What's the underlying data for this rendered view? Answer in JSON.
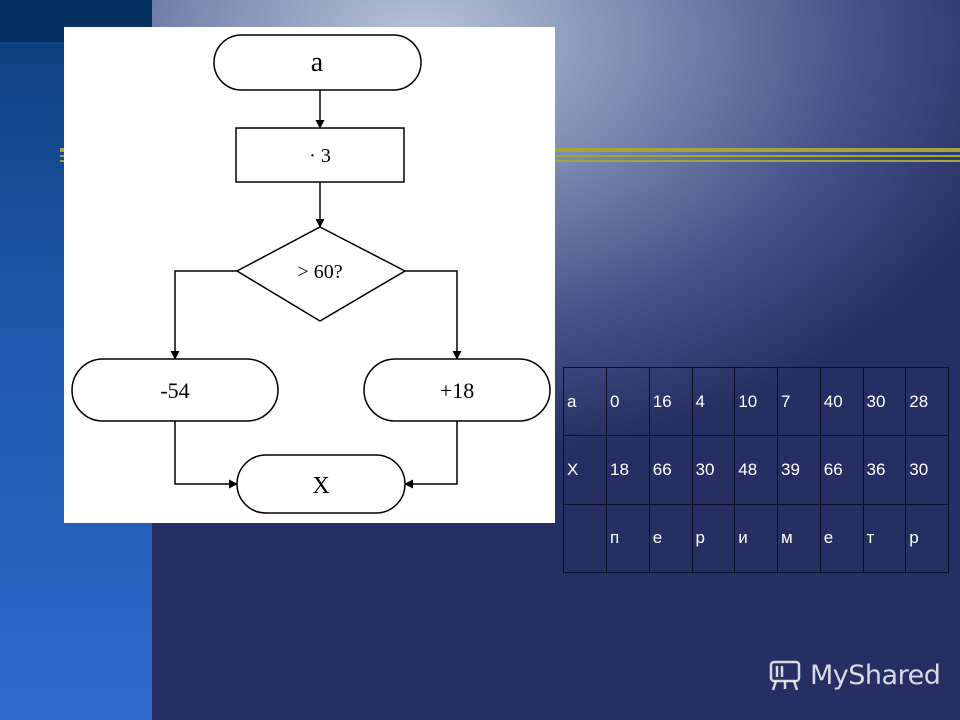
{
  "flowchart": {
    "start_label": "a",
    "process_label": "· 3",
    "decision_label": "> 60?",
    "left_branch_label": "-54",
    "right_branch_label": "+18",
    "end_label": "X"
  },
  "table": {
    "rows": [
      [
        "a",
        "0",
        "16",
        "4",
        "10",
        "7",
        "40",
        "30",
        "28"
      ],
      [
        "X",
        "18",
        "66",
        "30",
        "48",
        "39",
        "66",
        "36",
        "30"
      ],
      [
        "",
        "п",
        "е",
        "р",
        "и",
        "м",
        "е",
        "т",
        "р"
      ]
    ]
  },
  "watermark": {
    "text": "MyShared"
  },
  "colors": {
    "rule": "#a4a43c",
    "left_band": "#1d56a8",
    "background": "#45538a"
  }
}
